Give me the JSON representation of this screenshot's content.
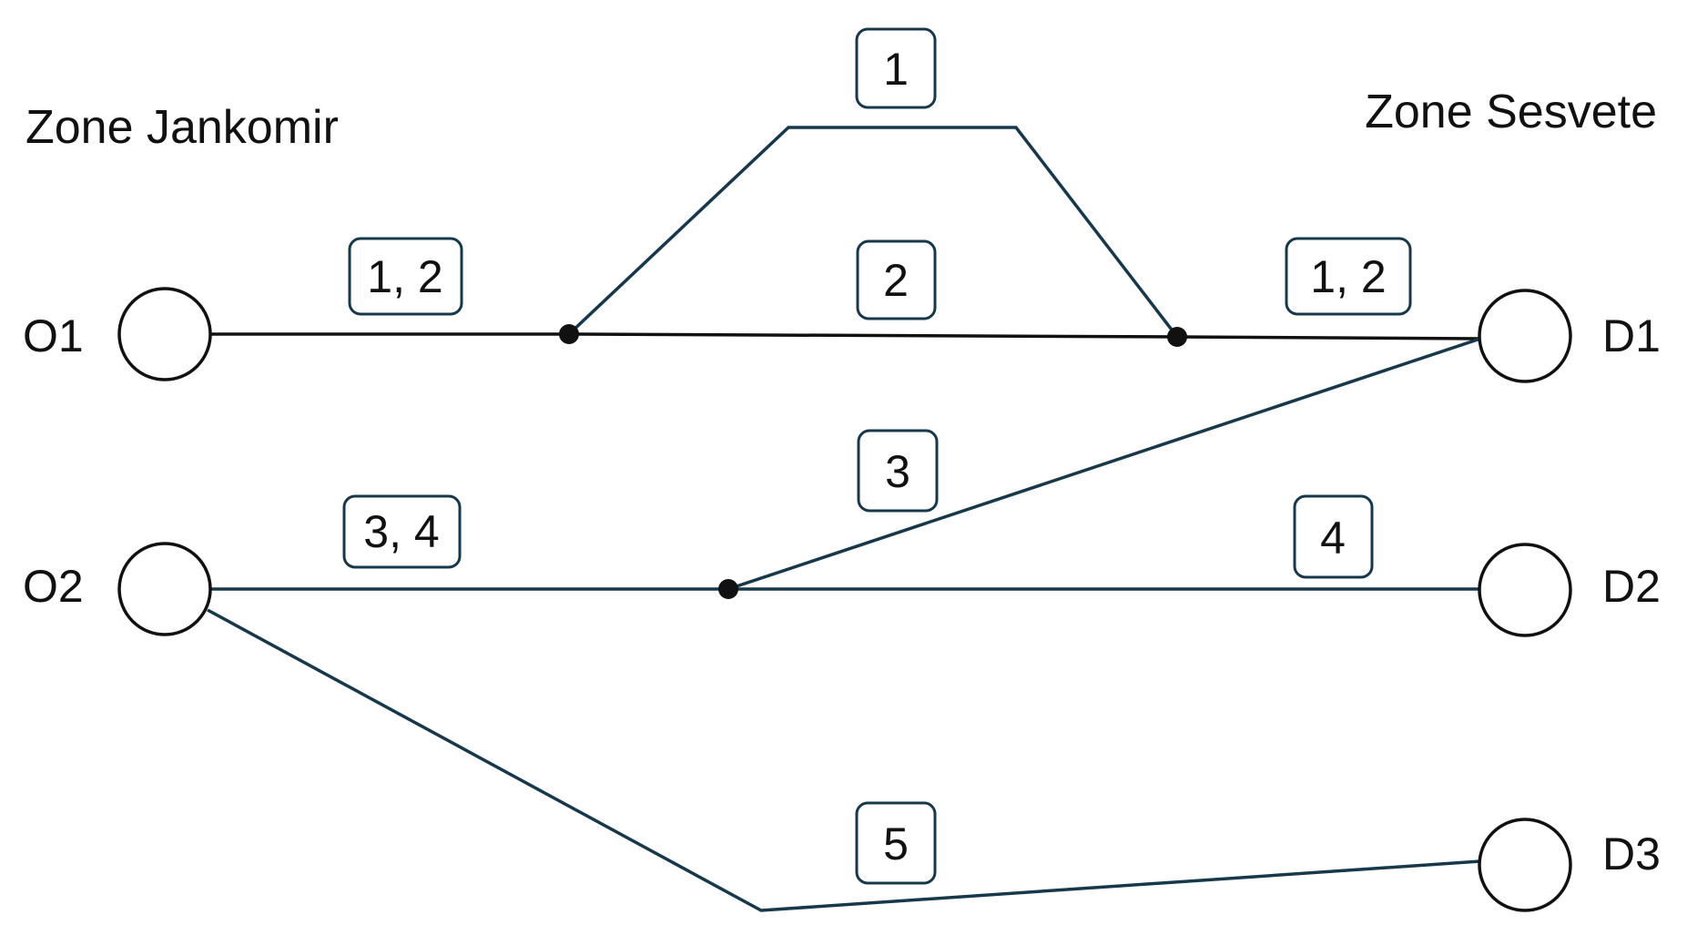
{
  "zones": {
    "origin": "Zone Jankomir",
    "destination": "Zone Sesvete"
  },
  "nodes": {
    "o1": "O1",
    "o2": "O2",
    "d1": "D1",
    "d2": "D2",
    "d3": "D3"
  },
  "route_labels": {
    "r1_top": "1",
    "r12_left": "1, 2",
    "r2_mid": "2",
    "r12_right": "1, 2",
    "r3": "3",
    "r34_left": "3, 4",
    "r4": "4",
    "r5": "5"
  },
  "colors": {
    "line_dark": "#111111",
    "line_teal": "#17384a"
  }
}
